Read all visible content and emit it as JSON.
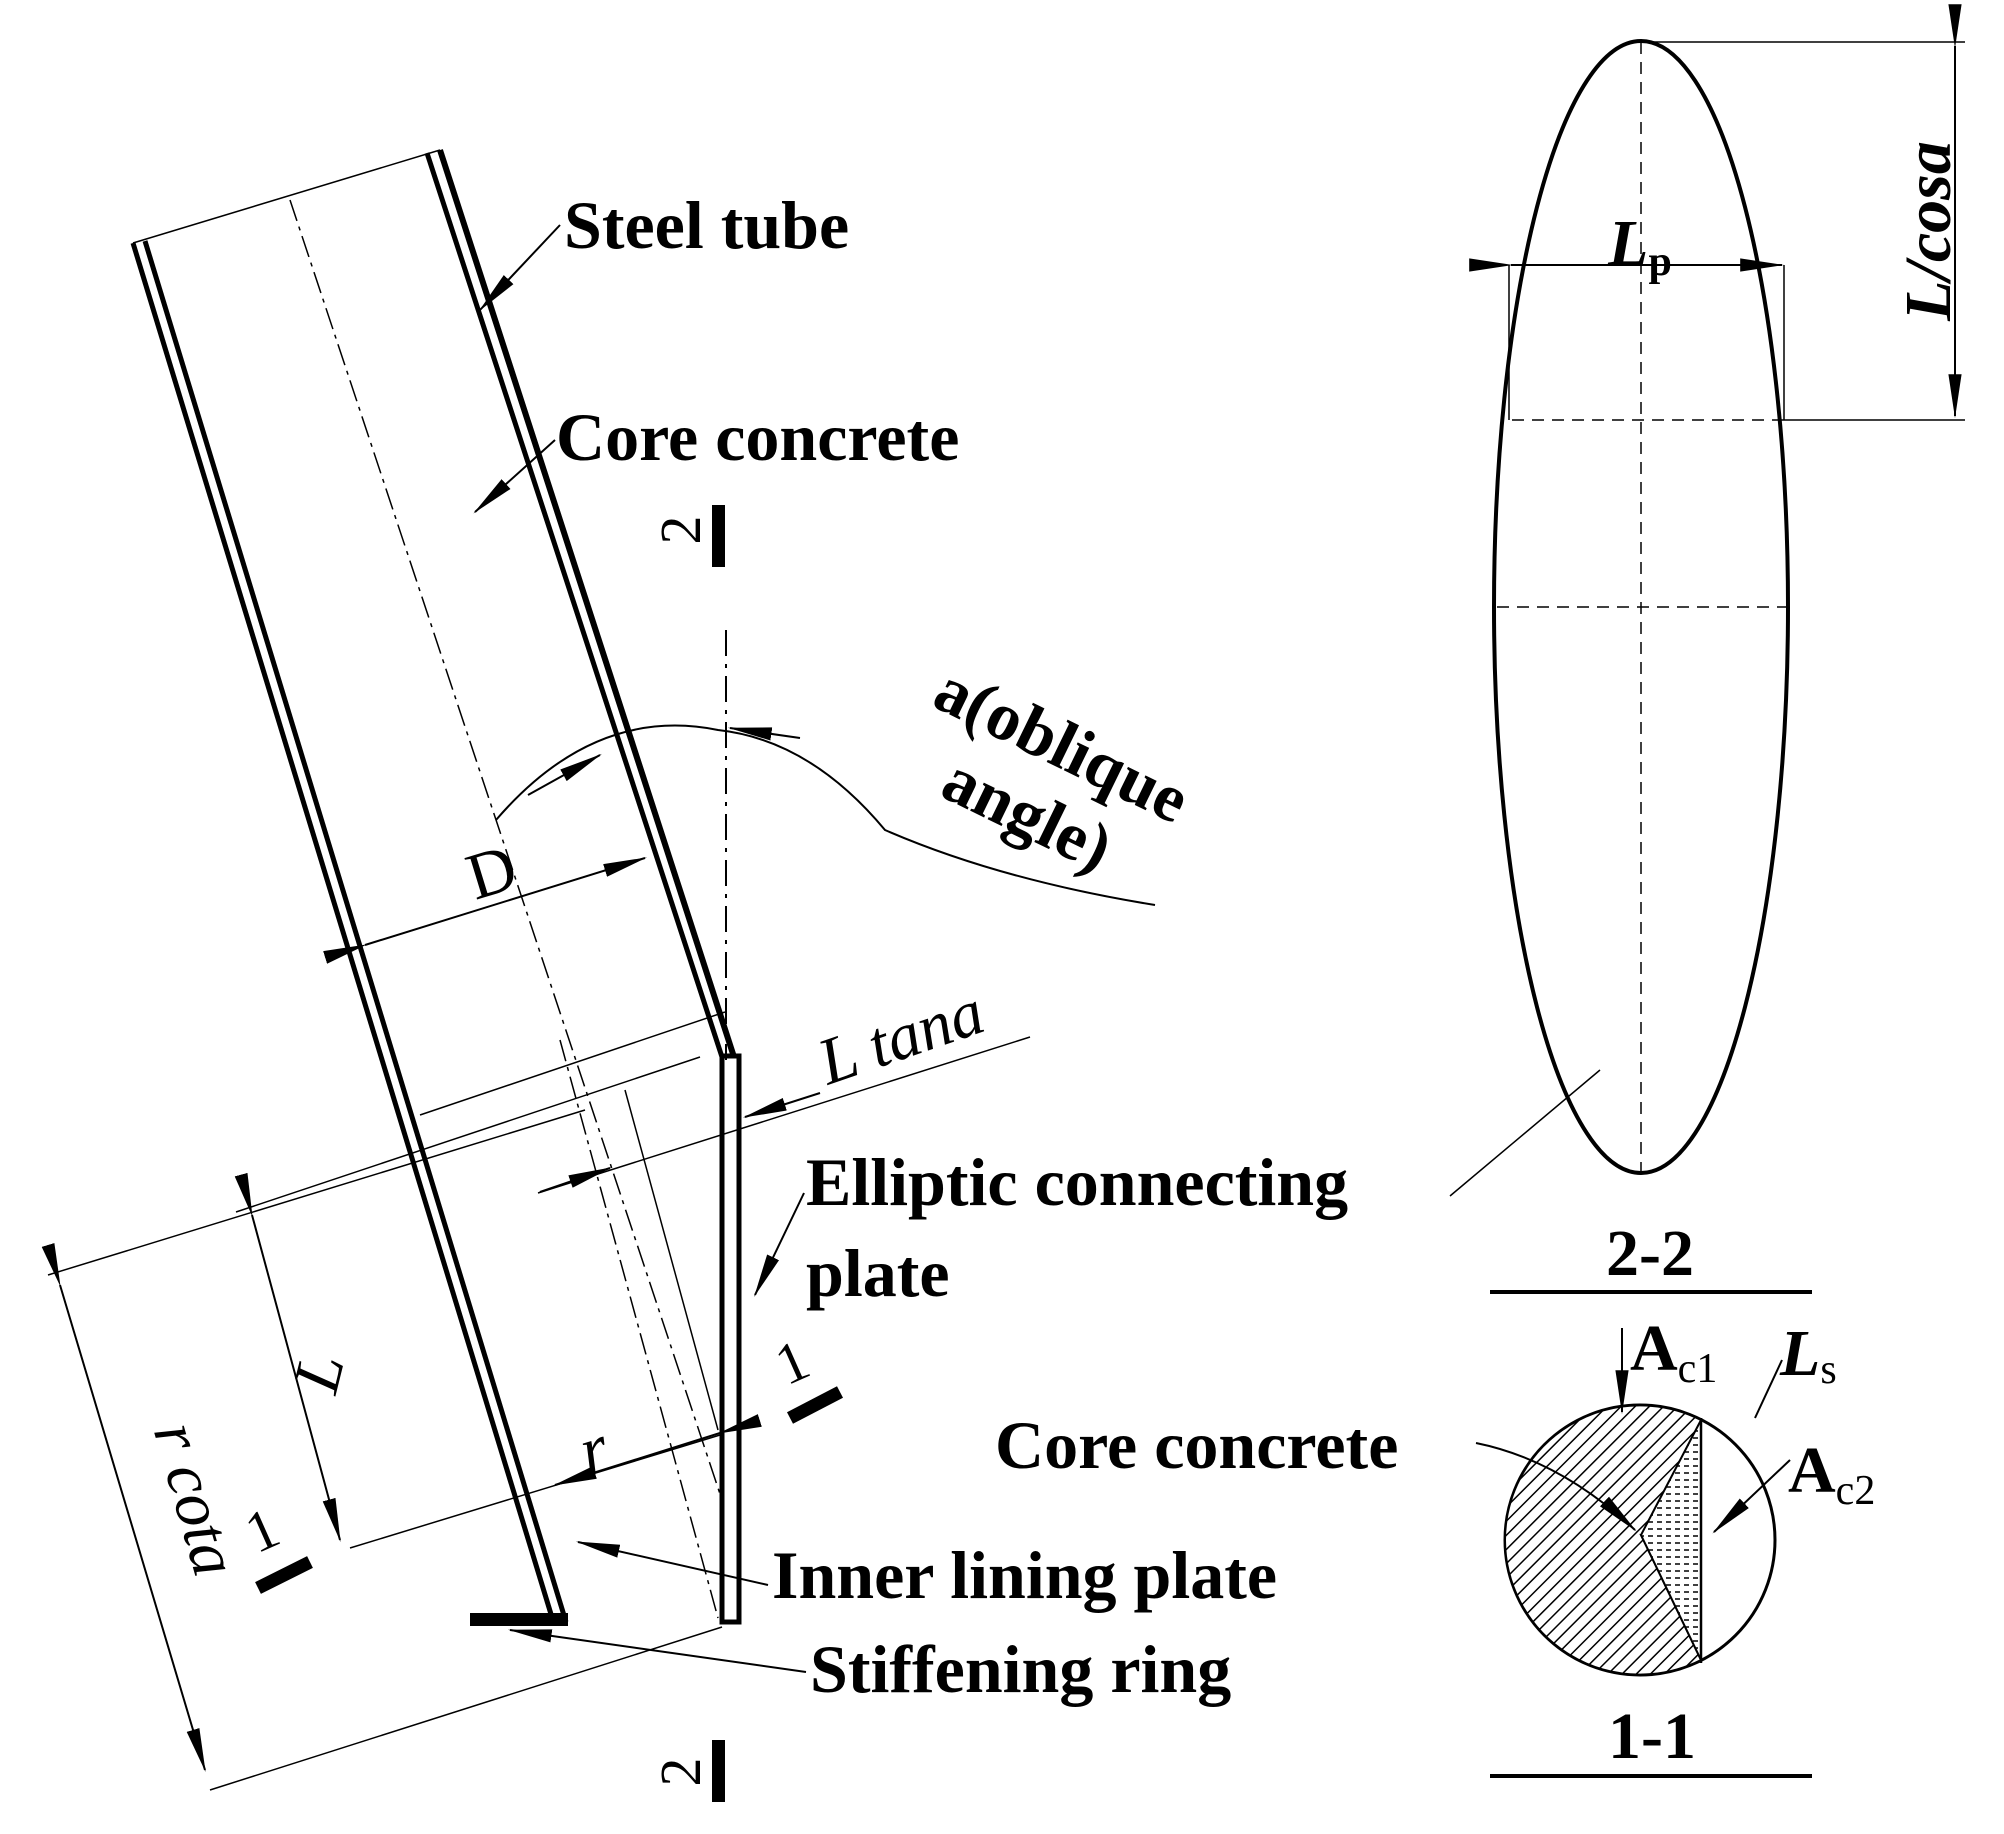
{
  "labels": {
    "steel_tube": "Steel tube",
    "core_concrete_top": "Core concrete",
    "oblique_angle_line1": "a(oblique",
    "oblique_angle_line2": "angle)",
    "diameter": "D",
    "l_tan_alpha": "L tana",
    "elliptic_plate_line1": "Elliptic connecting",
    "elliptic_plate_line2": "plate",
    "inner_lining_plate": "Inner lining plate",
    "stiffening_ring": "Stiffening ring",
    "length_l": "L",
    "radius_r": "r",
    "r_cot_alpha": "r cota",
    "core_concrete_section": "Core concrete"
  },
  "section_marks": {
    "mark_2": "2",
    "mark_1": "1"
  },
  "section_2_2": {
    "title": "2-2",
    "lp_main": "L",
    "lp_sub": "p",
    "l_over_cos": "L/cosa"
  },
  "section_1_1": {
    "title": "1-1",
    "ac1_main": "A",
    "ac1_sub": "c1",
    "ac2_main": "A",
    "ac2_sub": "c2",
    "ls_main": "L",
    "ls_sub": "s"
  }
}
